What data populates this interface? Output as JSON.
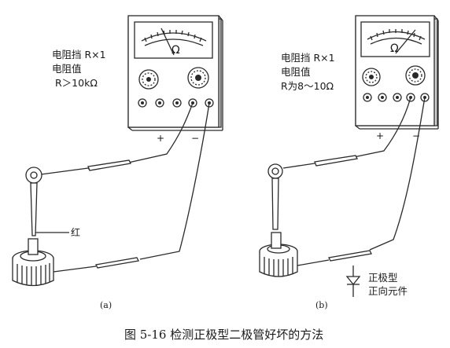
{
  "panel_a": {
    "notes": [
      "电阻挡 R×1",
      "电阻值",
      "R＞10kΩ"
    ],
    "meter_unit": "Ω",
    "plus": "+",
    "minus": "−",
    "red_label": "红",
    "sub_label": "(a)"
  },
  "panel_b": {
    "notes": [
      "电阻挡 R×1",
      "电阻值",
      "R为8～10Ω"
    ],
    "meter_unit": "Ω",
    "plus": "+",
    "minus": "−",
    "diode_label": [
      "正极型",
      "正向元件"
    ],
    "sub_label": "(b)"
  },
  "caption": "图 5-16   检测正极型二极管好坏的方法"
}
